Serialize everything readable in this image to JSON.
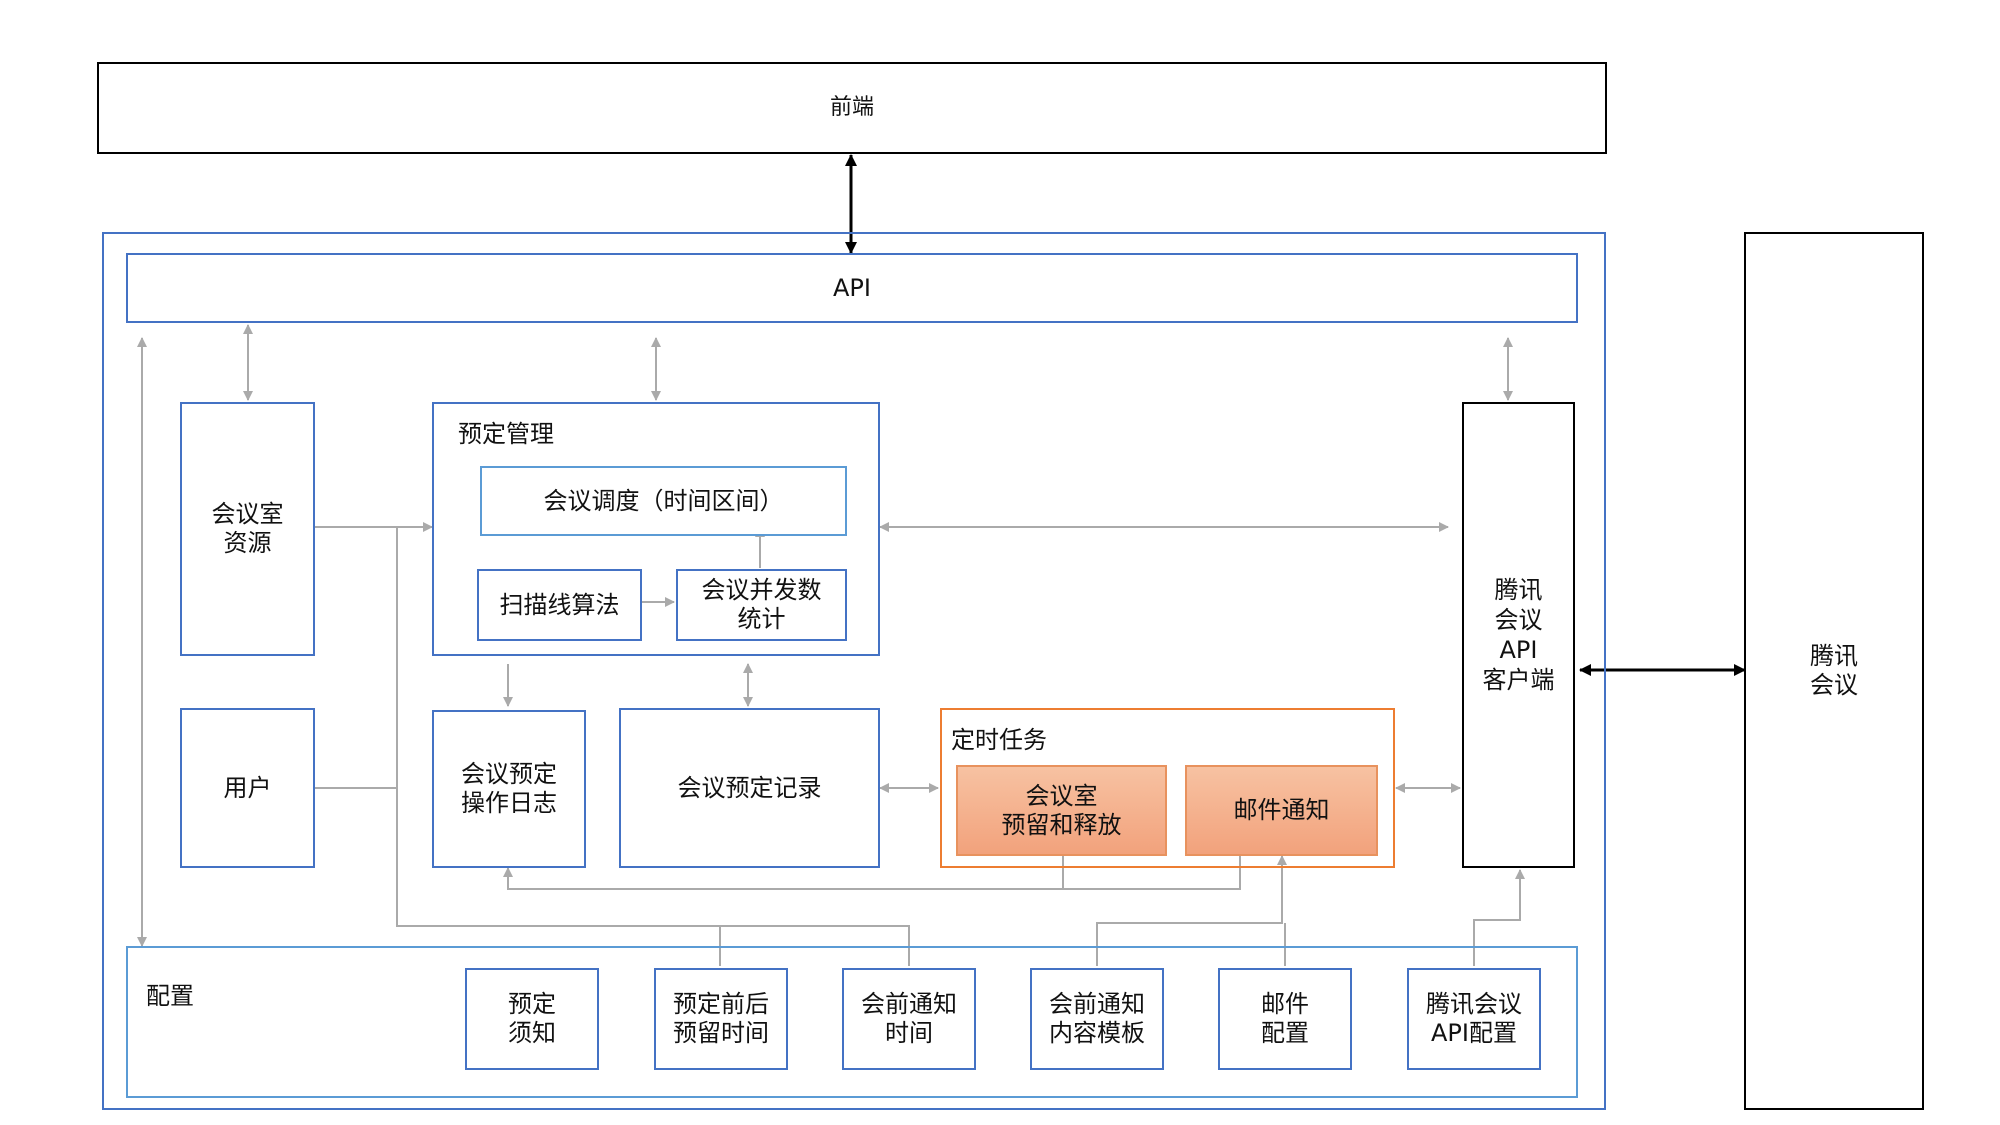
{
  "frontend": "前端",
  "api": "API",
  "tencent_meeting": "腾讯\n会议",
  "room_resource": "会议室\n资源",
  "user": "用户",
  "booking_mgmt": {
    "title": "预定管理",
    "scheduling": "会议调度（时间区间）",
    "sweep_line": "扫描线算法",
    "concurrency": "会议并发数\n统计"
  },
  "booking_log": "会议预定\n操作日志",
  "booking_records": "会议预定记录",
  "scheduled_tasks": {
    "title": "定时任务",
    "room_hold": "会议室\n预留和释放",
    "mail_notify": "邮件通知"
  },
  "tencent_client": "腾讯\n会议\nAPI\n客户端",
  "config": {
    "title": "配置",
    "items": [
      "预定\n须知",
      "预定前后\n预留时间",
      "会前通知\n时间",
      "会前通知\n内容模板",
      "邮件\n配置",
      "腾讯会议\nAPI配置"
    ]
  },
  "colors": {
    "outer_border": "#4472c4",
    "config_border": "#5b9bd5",
    "task_border": "#ed7d31",
    "task_fill": "#f4b08a",
    "connector": "#aaaaaa"
  }
}
